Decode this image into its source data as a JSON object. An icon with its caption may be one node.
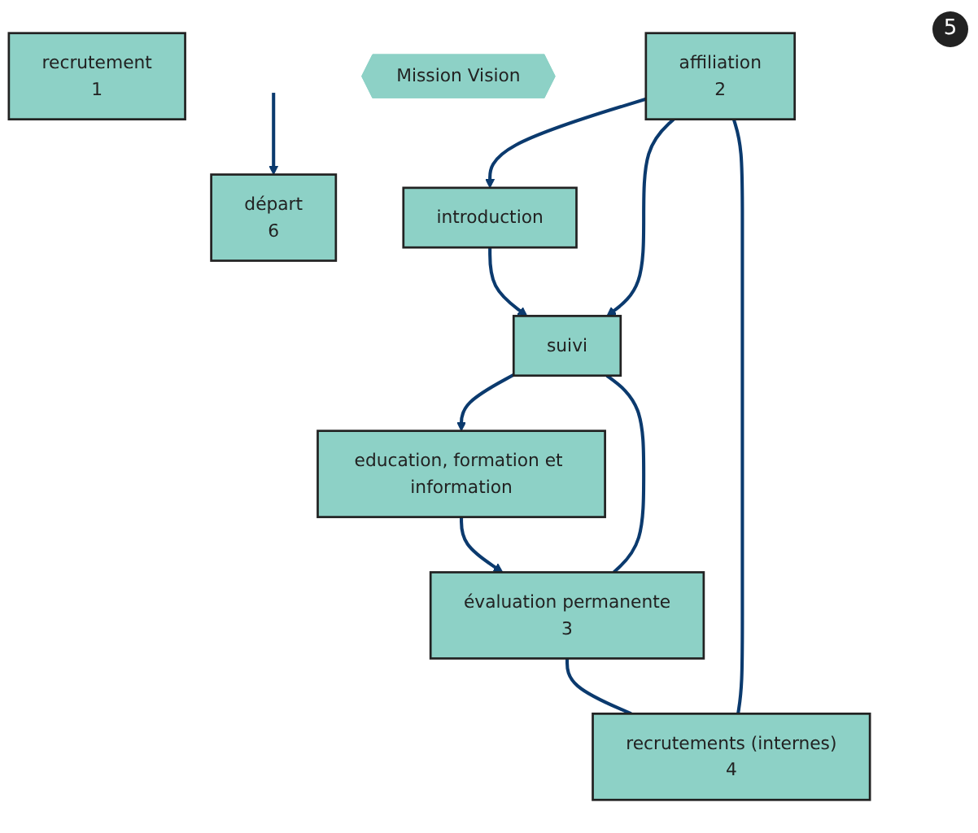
{
  "diagram": {
    "nodes": [
      {
        "text": [
          "recrutement",
          "1"
        ]
      },
      {
        "text": [
          "départ",
          "6"
        ]
      },
      {
        "text": [
          "affiliation",
          "2"
        ]
      },
      {
        "text": [
          "recrutements (internes)",
          "4"
        ]
      },
      {
        "text": [
          "introduction"
        ]
      },
      {
        "text": [
          "Mission Vision"
        ]
      },
      {
        "text": [
          "évaluation permanente",
          "3"
        ]
      },
      {
        "text": [
          "suivi"
        ]
      },
      {
        "text": [
          "education, formation et information"
        ]
      }
    ],
    "edges": [
      {
        "from": 2,
        "to": 4,
        "arrow": "to"
      },
      {
        "from": 4,
        "to": 7,
        "arrow": "to"
      },
      {
        "from": 7,
        "to": 8,
        "arrow": "to"
      },
      {
        "from": 8,
        "to": 6,
        "arrow": "to"
      },
      {
        "from": 6,
        "to": 3,
        "arrow": "none"
      },
      {
        "from": 3,
        "to": 2,
        "arrow": "none"
      },
      {
        "from": 2,
        "to": 7,
        "arrow": "to"
      },
      {
        "from": 7,
        "to": 6,
        "arrow": "none"
      },
      {
        "from": null,
        "to": 1,
        "arrow": "to"
      }
    ],
    "labels": [
      "5"
    ]
  }
}
